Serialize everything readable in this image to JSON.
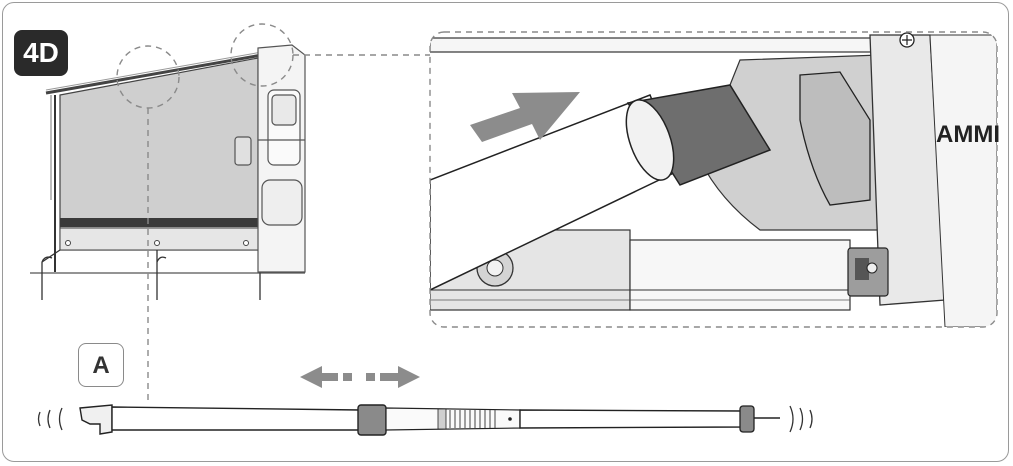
{
  "step_label": "4D",
  "part_label": "A",
  "detail_text": "AMMI",
  "colors": {
    "frame": "#9a9a9a",
    "badge_bg": "#2a2a2a",
    "awning_fabric": "#cfcfcf",
    "awning_band": "#3a3a3a",
    "arrow_gray": "#8c8c8c",
    "line": "#222222"
  }
}
